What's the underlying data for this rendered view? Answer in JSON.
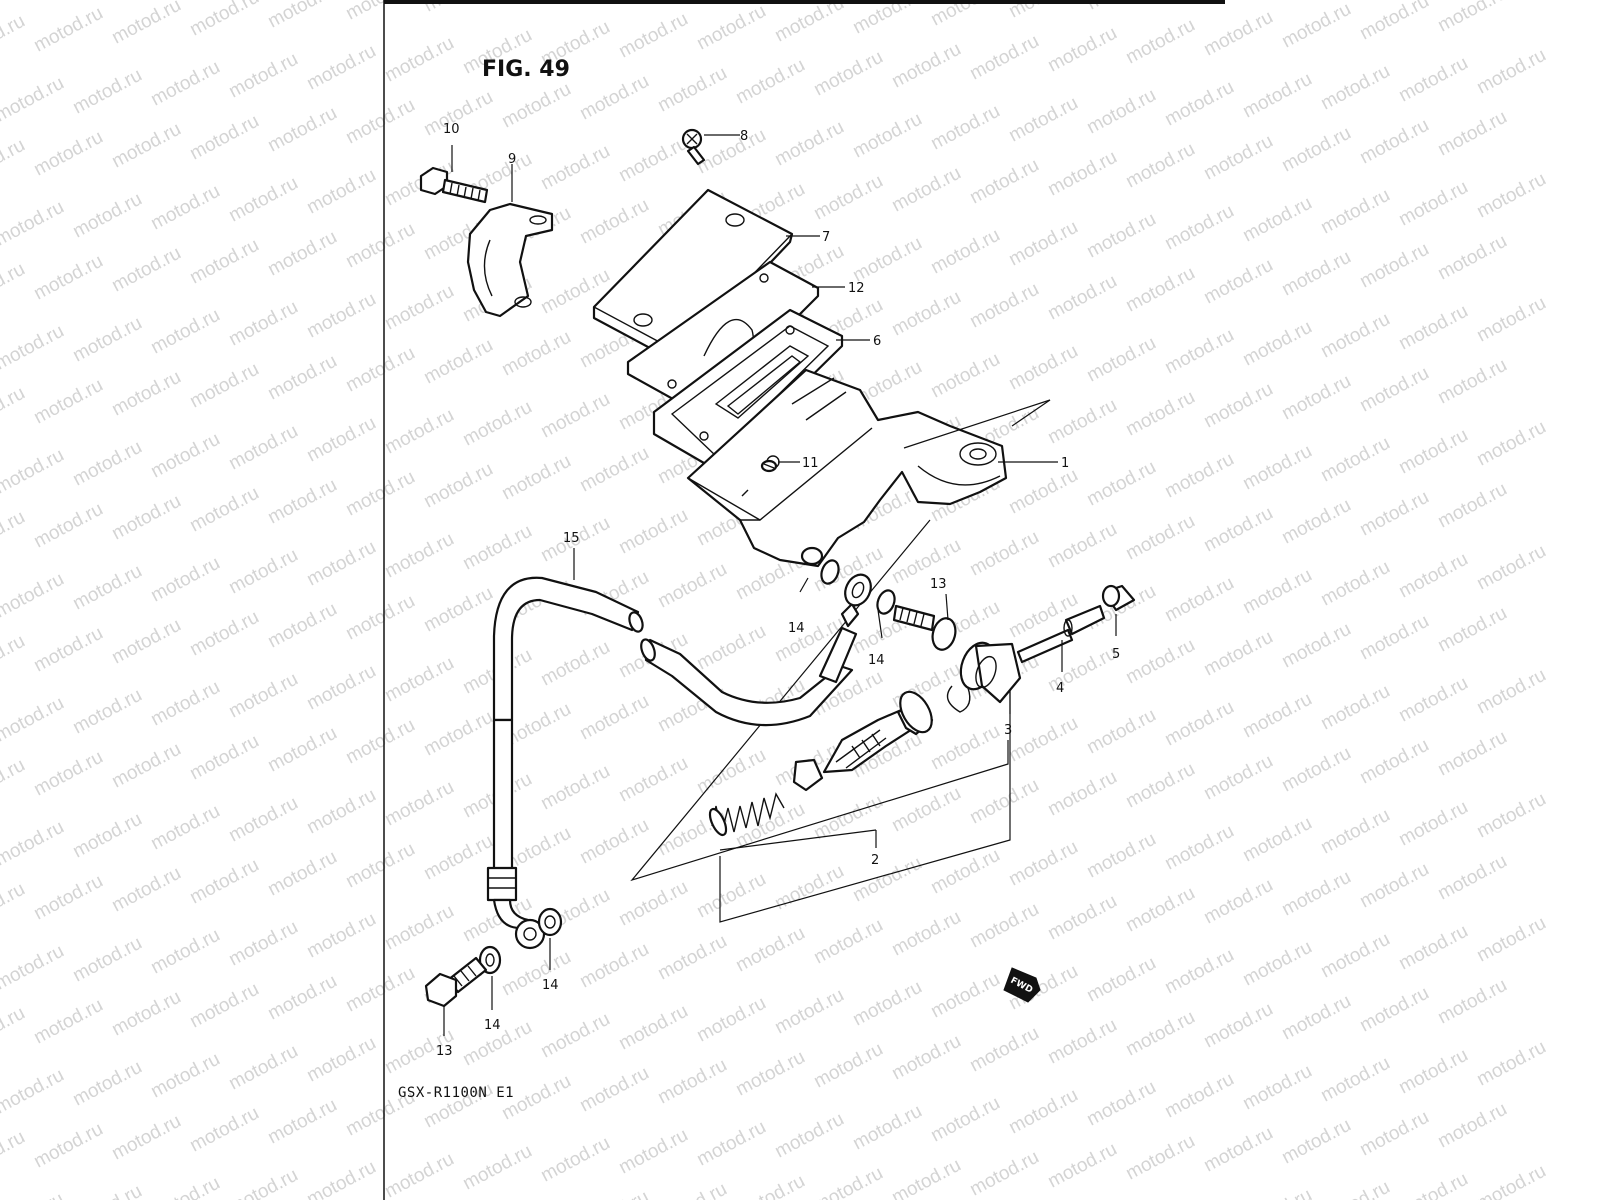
{
  "figure": {
    "title": "FIG. 49",
    "model_code": "GSX-R1100N E1",
    "fwd_label": "FWD",
    "watermark_text": "motod.ru"
  },
  "callouts": {
    "c1": "1",
    "c2": "2",
    "c3": "3",
    "c4": "4",
    "c5": "5",
    "c6": "6",
    "c7": "7",
    "c8": "8",
    "c9": "9",
    "c10": "10",
    "c11": "11",
    "c12": "12",
    "c13a": "13",
    "c13b": "13",
    "c14a": "14",
    "c14b": "14",
    "c14c": "14",
    "c14d": "14",
    "c15": "15"
  },
  "colors": {
    "ink": "#111111",
    "watermark": "#d4d4d4",
    "paper": "#ffffff"
  }
}
